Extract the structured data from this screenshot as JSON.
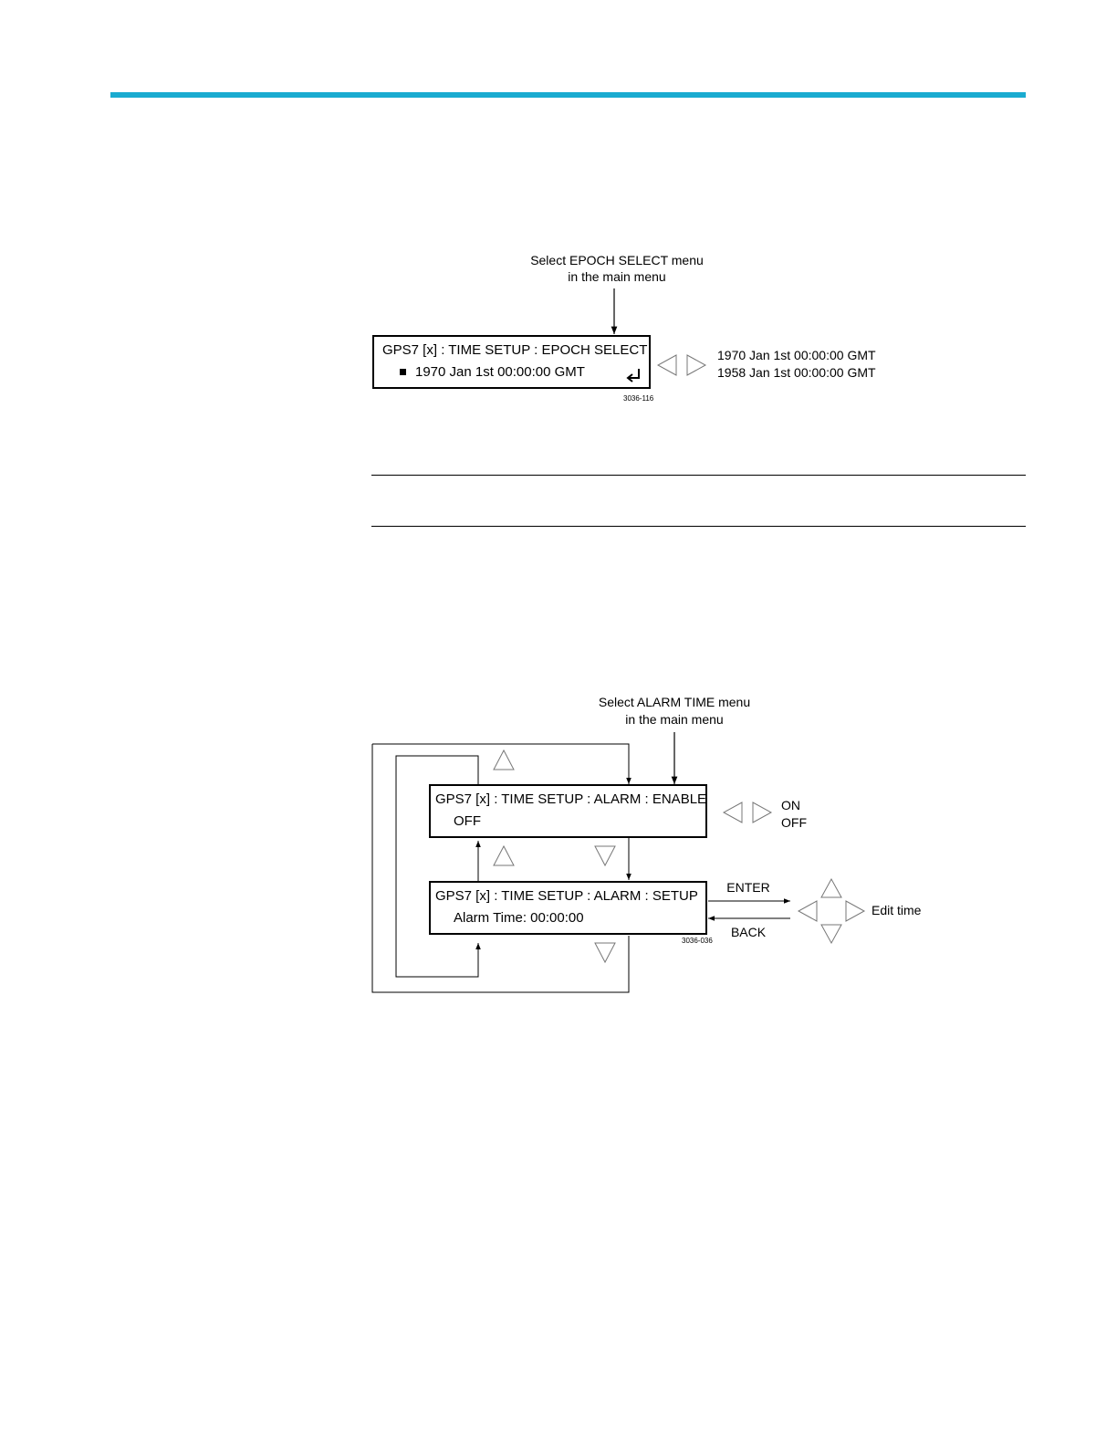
{
  "colors": {
    "top_rule": "#1aabd0",
    "lines": "#000000",
    "background": "#ffffff"
  },
  "figure1": {
    "callout_line1": "Select EPOCH SELECT menu",
    "callout_line2": "in the main menu",
    "lcd_title": "GPS7 [x] :  TIME SETUP : EPOCH SELECT",
    "lcd_value": "1970 Jan 1st 00:00:00 GMT",
    "lcd_bullet_icon": "square-bullet-icon",
    "lcd_enter_icon": "enter-return-icon",
    "options": [
      "1970 Jan 1st 00:00:00 GMT",
      "1958 Jan 1st 00:00:00 GMT"
    ],
    "nav_icons": [
      "left-arrow-icon",
      "right-arrow-icon"
    ],
    "figure_id": "3036-116"
  },
  "figure2": {
    "callout_line1": "Select ALARM TIME menu",
    "callout_line2": "in the main menu",
    "enable_title": "GPS7 [x] : TIME SETUP : ALARM : ENABLE",
    "enable_value": "OFF",
    "enable_options": [
      "ON",
      "OFF"
    ],
    "setup_title": "GPS7 [x] : TIME SETUP : ALARM : SETUP",
    "setup_value": "Alarm Time: 00:00:00",
    "enter_label": "ENTER",
    "back_label": "BACK",
    "edit_label": "Edit time",
    "figure_id": "3036-036",
    "nav_icons": [
      "up-arrow-icon",
      "down-arrow-icon",
      "left-arrow-icon",
      "right-arrow-icon"
    ]
  }
}
